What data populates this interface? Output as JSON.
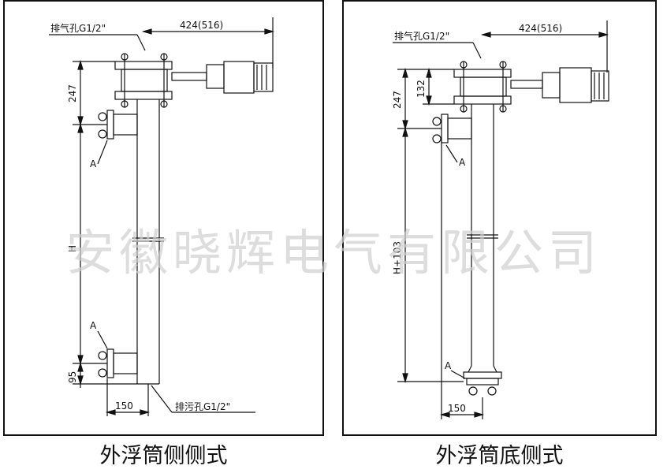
{
  "left": {
    "vent_label": "排气孔G1/2\"",
    "drain_label": "排污孔G1/2\"",
    "dim_top": "424(516)",
    "dim_247": "247",
    "dim_H": "H",
    "dim_95": "95",
    "dim_150": "150",
    "flange_a_top": "A",
    "flange_a_bottom": "A",
    "caption": "外浮筒侧侧式"
  },
  "right": {
    "vent_label": "排气孔G1/2\"",
    "dim_top": "424(516)",
    "dim_132": "132",
    "dim_247": "247",
    "dim_H103": "H+103",
    "dim_150": "150",
    "flange_a_top": "A",
    "flange_a_bottom": "A",
    "caption": "外浮筒底侧式"
  },
  "watermark": "安徽晓辉电气有限公司"
}
